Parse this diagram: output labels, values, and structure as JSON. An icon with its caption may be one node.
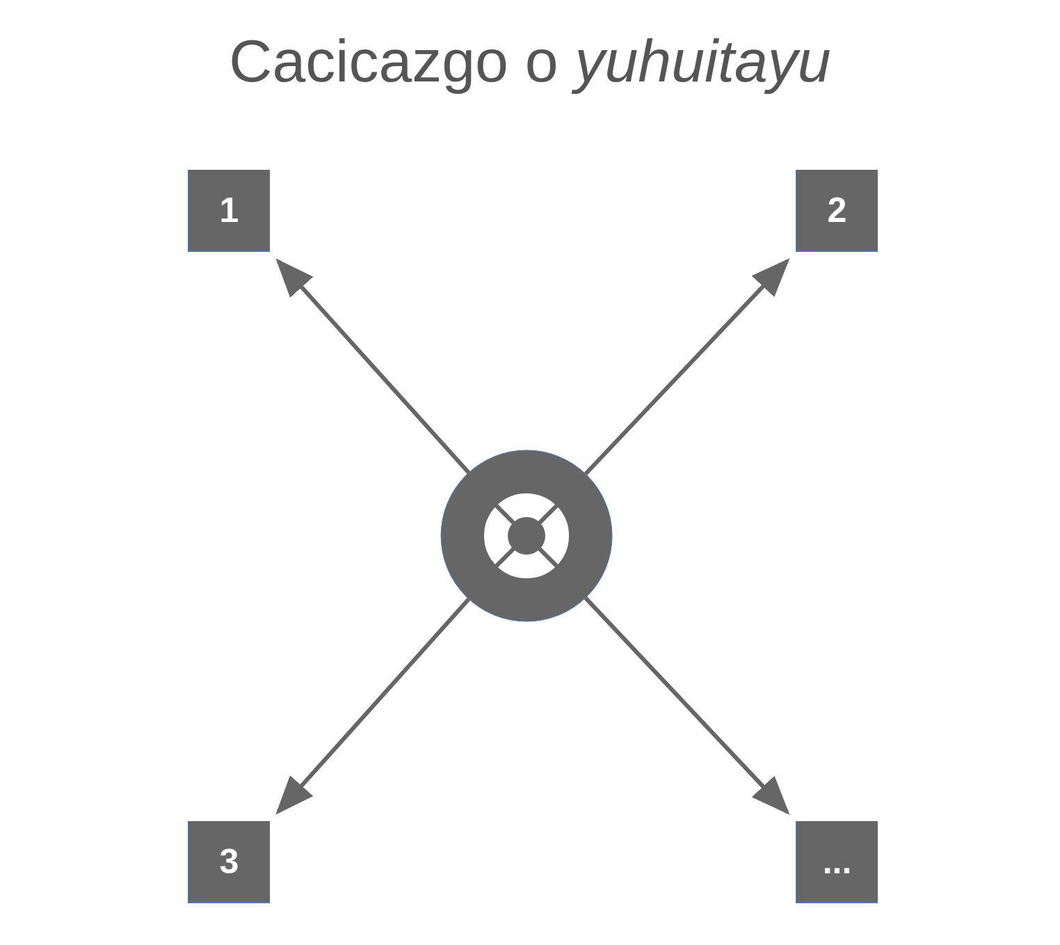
{
  "diagram": {
    "title": "Cacicazgo o *yuhuitayu*",
    "nodes": [
      {
        "text": [],
        "shape": "circle"
      },
      {
        "text": [
          "1"
        ]
      },
      {
        "text": [
          "2"
        ]
      },
      {
        "text": [
          "3"
        ]
      },
      {
        "text": [
          "..."
        ]
      }
    ],
    "edges": [
      {
        "from": 0,
        "to": 1,
        "arrow": "to"
      },
      {
        "from": 0,
        "to": 2,
        "arrow": "to"
      },
      {
        "from": 0,
        "to": 3,
        "arrow": "to"
      },
      {
        "from": 0,
        "to": 4,
        "arrow": "to"
      }
    ]
  }
}
